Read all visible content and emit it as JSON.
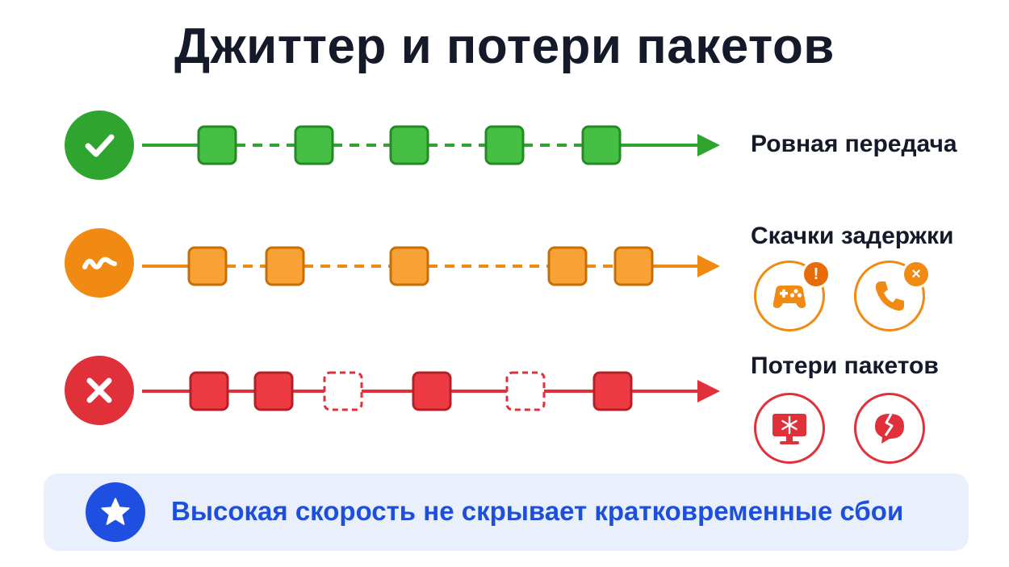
{
  "title": "Джиттер и потери пакетов",
  "rows": [
    {
      "label": "Ровная передача",
      "color": "#2fa52f",
      "fill": "#45c045",
      "stroke": "#258a25",
      "status_icon": "checkmark-icon"
    },
    {
      "label": "Скачки задержки",
      "color": "#f08a12",
      "fill": "#f8a236",
      "stroke": "#c96e05",
      "status_icon": "wave-icon",
      "apps": [
        {
          "icon": "gamepad-icon",
          "badge": "!"
        },
        {
          "icon": "phone-icon",
          "badge": "×"
        }
      ]
    },
    {
      "label": "Потери пакетов",
      "color": "#e0303a",
      "fill": "#ee3b43",
      "stroke": "#b61f27",
      "status_icon": "cross-icon",
      "apps": [
        {
          "icon": "frozen-screen-icon"
        },
        {
          "icon": "broken-chat-icon"
        }
      ]
    }
  ],
  "banner": {
    "text": "Высокая скорость не скрывает кратковременные сбои",
    "icon": "star-icon",
    "color": "#1f4fe0"
  }
}
